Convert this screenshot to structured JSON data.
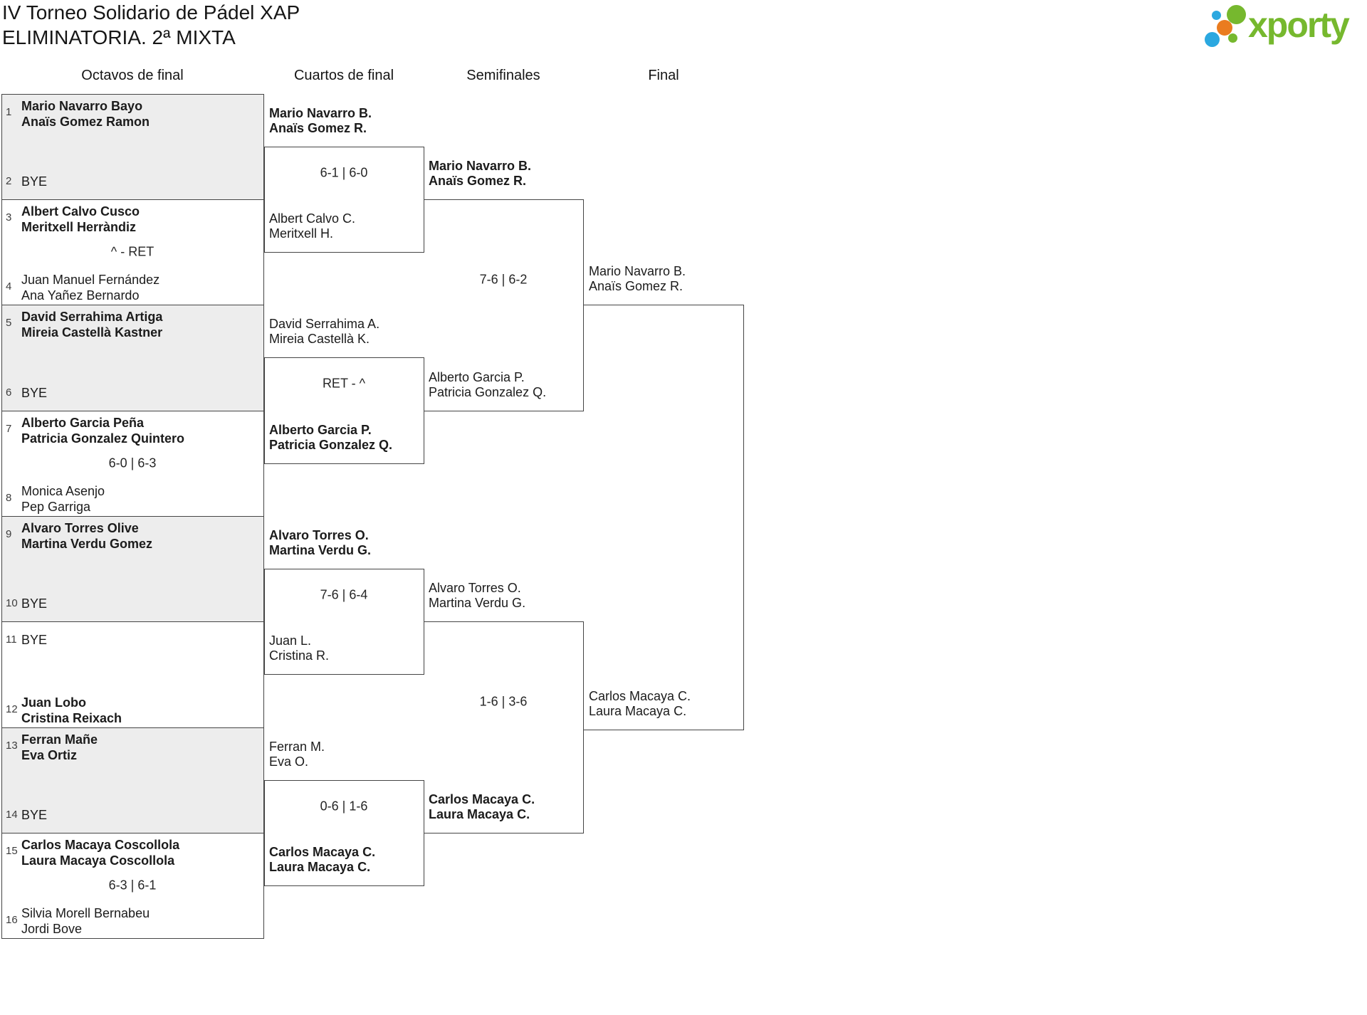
{
  "title": "IV Torneo Solidario de Pádel XAP",
  "subtitle": "ELIMINATORIA. 2ª MIXTA",
  "logo": {
    "wordmark": "xporty"
  },
  "round_headers": {
    "r16": "Octavos de final",
    "qf": "Cuartos de final",
    "sf": "Semifinales",
    "final": "Final"
  },
  "colors": {
    "brand_green": "#76b82e",
    "brand_blue": "#2ba8e0",
    "brand_orange": "#ea7c1f",
    "line": "#454545",
    "shaded_row": "#ededed"
  },
  "r16": {
    "matches": [
      {
        "seed1": "1",
        "t1a": "Mario Navarro Bayo",
        "t1b": "Anaïs Gomez Ramon",
        "seed2": "2",
        "t2a": "BYE",
        "t2b": "",
        "score": ""
      },
      {
        "seed1": "3",
        "t1a": "Albert Calvo Cusco",
        "t1b": "Meritxell Herràndiz",
        "seed2": "4",
        "t2a": "Juan Manuel Fernández",
        "t2b": "Ana Yañez Bernardo",
        "score": "^ - RET"
      },
      {
        "seed1": "5",
        "t1a": "David Serrahima Artiga",
        "t1b": "Mireia Castellà Kastner",
        "seed2": "6",
        "t2a": "BYE",
        "t2b": "",
        "score": ""
      },
      {
        "seed1": "7",
        "t1a": "Alberto Garcia Peña",
        "t1b": "Patricia Gonzalez Quintero",
        "seed2": "8",
        "t2a": "Monica Asenjo",
        "t2b": "Pep Garriga",
        "score": "6-0 | 6-3"
      },
      {
        "seed1": "9",
        "t1a": "Alvaro Torres Olive",
        "t1b": "Martina Verdu Gomez",
        "seed2": "10",
        "t2a": "BYE",
        "t2b": "",
        "score": ""
      },
      {
        "seed1": "11",
        "t1a": "BYE",
        "t1b": "",
        "seed2": "12",
        "t2a": "Juan Lobo",
        "t2b": "Cristina Reixach",
        "score": ""
      },
      {
        "seed1": "13",
        "t1a": "Ferran Mañe",
        "t1b": "Eva Ortiz",
        "seed2": "14",
        "t2a": "BYE",
        "t2b": "",
        "score": ""
      },
      {
        "seed1": "15",
        "t1a": "Carlos Macaya Coscollola",
        "t1b": "Laura Macaya Coscollola",
        "seed2": "16",
        "t2a": "Silvia Morell Bernabeu",
        "t2b": "Jordi Bove",
        "score": "6-3 | 6-1"
      }
    ]
  },
  "qf": {
    "matches": [
      {
        "t1a": "Mario Navarro B.",
        "t1b": "Anaïs Gomez R.",
        "score": "6-1 | 6-0",
        "t2a": "Albert Calvo C.",
        "t2b": "Meritxell H."
      },
      {
        "t1a": "David Serrahima A.",
        "t1b": "Mireia Castellà K.",
        "score": "RET - ^",
        "t2a": "Alberto Garcia P.",
        "t2b": "Patricia Gonzalez Q."
      },
      {
        "t1a": "Alvaro Torres O.",
        "t1b": "Martina Verdu G.",
        "score": "7-6 | 6-4",
        "t2a": "Juan L.",
        "t2b": "Cristina R."
      },
      {
        "t1a": "Ferran M.",
        "t1b": "Eva O.",
        "score": "0-6 | 1-6",
        "t2a": "Carlos Macaya C.",
        "t2b": "Laura Macaya C."
      }
    ]
  },
  "sf": {
    "matches": [
      {
        "t1a": "Mario Navarro B.",
        "t1b": "Anaïs Gomez R.",
        "score": "7-6 | 6-2",
        "t2a": "Alberto Garcia P.",
        "t2b": "Patricia Gonzalez Q."
      },
      {
        "t1a": "Alvaro Torres O.",
        "t1b": "Martina Verdu G.",
        "score": "1-6 | 3-6",
        "t2a": "Carlos Macaya C.",
        "t2b": "Laura Macaya C."
      }
    ]
  },
  "final": {
    "t1a": "Mario Navarro B.",
    "t1b": "Anaïs Gomez R.",
    "t2a": "Carlos Macaya C.",
    "t2b": "Laura Macaya C."
  }
}
